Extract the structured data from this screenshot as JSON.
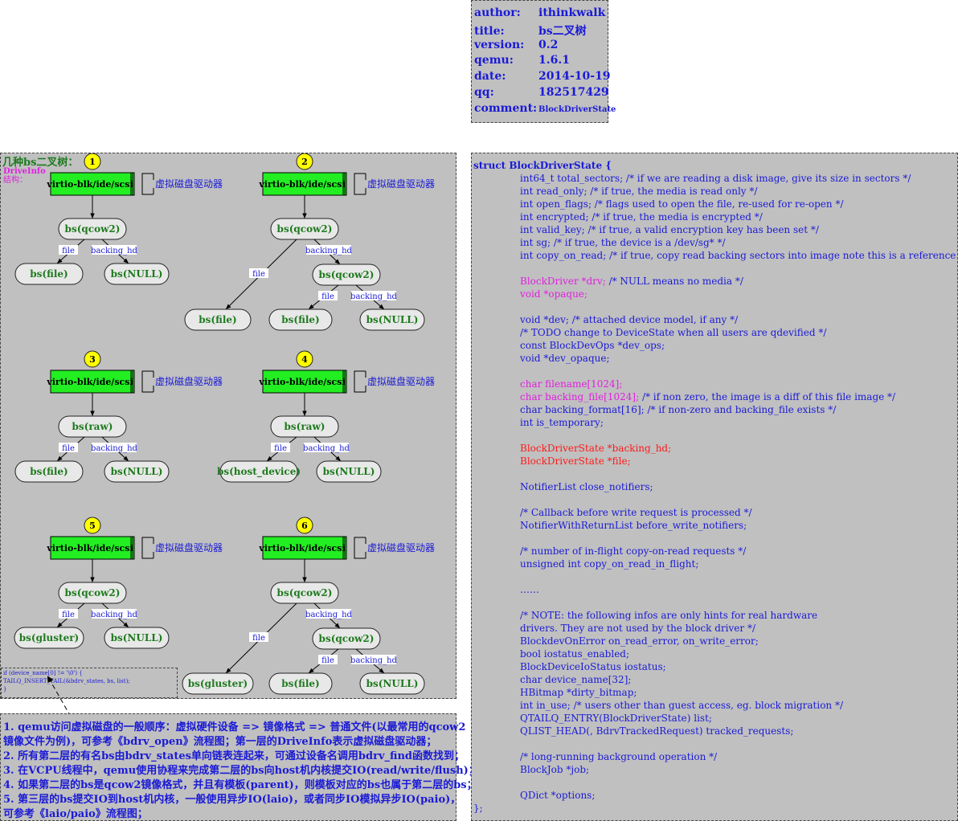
{
  "info": {
    "rows": [
      {
        "key": "author:",
        "value": "ithinkwalk"
      },
      {
        "key": "title:",
        "value": "bs二叉树"
      },
      {
        "key": "version:",
        "value": "0.2"
      },
      {
        "key": "qemu:",
        "value": "1.6.1"
      },
      {
        "key": "date:",
        "value": "2014-10-19"
      },
      {
        "key": "qq:",
        "value": "182517429"
      },
      {
        "key": "comment:",
        "value": "BlockDriverState"
      }
    ]
  },
  "left": {
    "title": "几种bs二叉树：",
    "driveinfo": "DriveInfo",
    "struct_label": "结构：",
    "driver_box": "virtio-blk/ide/scsi",
    "driver_note": "虚拟磁盘驱动器",
    "edge_file": "file",
    "edge_backing": "backing_hd",
    "diagrams": [
      {
        "num": "1",
        "root": "bs(qcow2)",
        "left": "bs(file)",
        "right": "bs(NULL)",
        "nested": false
      },
      {
        "num": "2",
        "root": "bs(qcow2)",
        "left": "bs(file)",
        "right": "bs(qcow2)",
        "nested": true,
        "sub_left": "bs(file)",
        "sub_right": "bs(NULL)"
      },
      {
        "num": "3",
        "root": "bs(raw)",
        "left": "bs(file)",
        "right": "bs(NULL)",
        "nested": false
      },
      {
        "num": "4",
        "root": "bs(raw)",
        "left": "bs(host_device)",
        "right": "bs(NULL)",
        "nested": false
      },
      {
        "num": "5",
        "root": "bs(qcow2)",
        "left": "bs(gluster)",
        "right": "bs(NULL)",
        "nested": false
      },
      {
        "num": "6",
        "root": "bs(qcow2)",
        "left": "bs(gluster)",
        "right": "bs(qcow2)",
        "nested": true,
        "sub_left": "bs(file)",
        "sub_right": "bs(NULL)"
      }
    ],
    "code_lines": [
      "if (device_name[0] != '\\0') {",
      "    TAILQ_INSERT_TAIL(&bdrv_states, bs, list);",
      "}"
    ]
  },
  "notes": [
    "1.  qemu访问虚拟磁盘的一般顺序：虚拟硬件设备 => 镜像格式 => 普通文件(以最常用的qcow2",
    "     镜像文件为例)，可参考《bdrv_open》流程图；第一层的DriveInfo表示虚拟磁盘驱动器；",
    "2.  所有第二层的有名bs由bdrv_states单向链表连起来，可通过设备名调用bdrv_find函数找到；",
    "3.  在VCPU线程中，qemu使用协程来完成第二层的bs向host机内核提交IO(read/write/flush)；",
    "4.  如果第二层的bs是qcow2镜像格式，并且有模板(parent)，则模板对应的bs也属于第二层的bs；",
    "5.  第三层的bs提交IO到host机内核，一般使用异步IO(laio)，或者同步IO模拟异步IO(paio)，",
    "     可参考《laio/paio》流程图；"
  ],
  "struct": {
    "lines": [
      {
        "t": "struct BlockDriverState {",
        "c": "head"
      },
      {
        "t": "int64_t total_sectors; /* if we are reading a disk image, give its size in sectors */",
        "c": ""
      },
      {
        "t": "int read_only; /* if true, the media is read only */",
        "c": ""
      },
      {
        "t": "int open_flags; /* flags used to open the file, re-used for re-open */",
        "c": ""
      },
      {
        "t": "int encrypted; /* if true, the media is encrypted */",
        "c": ""
      },
      {
        "t": "int valid_key; /* if true, a valid encryption key has been set */",
        "c": ""
      },
      {
        "t": "int sg;                        /* if true, the device is a /dev/sg* */",
        "c": ""
      },
      {
        "t": "int copy_on_read; /* if true, copy read backing sectors into image note this is a reference count */",
        "c": ""
      },
      {
        "t": "",
        "c": ""
      },
      {
        "t": "BlockDriver *drv; /* NULL means no media */",
        "c": "mixed1"
      },
      {
        "t": "void *opaque;",
        "c": "magenta"
      },
      {
        "t": "",
        "c": ""
      },
      {
        "t": "void *dev;              /* attached device model, if any */",
        "c": ""
      },
      {
        "t": "/* TODO change to DeviceState when all users are qdevified */",
        "c": ""
      },
      {
        "t": "const BlockDevOps *dev_ops;",
        "c": ""
      },
      {
        "t": "void *dev_opaque;",
        "c": ""
      },
      {
        "t": "",
        "c": ""
      },
      {
        "t": "char filename[1024];",
        "c": "magenta"
      },
      {
        "t": "char backing_file[1024]; /* if non zero, the image is a diff of this file image */",
        "c": "mixed2"
      },
      {
        "t": "char backing_format[16]; /* if non-zero and backing_file exists */",
        "c": ""
      },
      {
        "t": "int is_temporary;",
        "c": ""
      },
      {
        "t": "",
        "c": ""
      },
      {
        "t": "BlockDriverState *backing_hd;",
        "c": "red"
      },
      {
        "t": "BlockDriverState *file;",
        "c": "red"
      },
      {
        "t": "",
        "c": ""
      },
      {
        "t": "NotifierList close_notifiers;",
        "c": ""
      },
      {
        "t": "",
        "c": ""
      },
      {
        "t": "/* Callback before write request is processed */",
        "c": ""
      },
      {
        "t": "NotifierWithReturnList before_write_notifiers;",
        "c": ""
      },
      {
        "t": "",
        "c": ""
      },
      {
        "t": "/* number of in-flight copy-on-read requests */",
        "c": ""
      },
      {
        "t": "unsigned int copy_on_read_in_flight;",
        "c": ""
      },
      {
        "t": "",
        "c": ""
      },
      {
        "t": "……",
        "c": ""
      },
      {
        "t": "",
        "c": ""
      },
      {
        "t": "/* NOTE: the following infos are only hints for real hardware",
        "c": ""
      },
      {
        "t": "   drivers. They are not used by the block driver */",
        "c": ""
      },
      {
        "t": "BlockdevOnError on_read_error, on_write_error;",
        "c": ""
      },
      {
        "t": "bool iostatus_enabled;",
        "c": ""
      },
      {
        "t": "BlockDeviceIoStatus iostatus;",
        "c": ""
      },
      {
        "t": "char device_name[32];",
        "c": ""
      },
      {
        "t": "HBitmap *dirty_bitmap;",
        "c": ""
      },
      {
        "t": "int in_use; /* users other than guest access, eg. block migration */",
        "c": ""
      },
      {
        "t": "QTAILQ_ENTRY(BlockDriverState) list;",
        "c": ""
      },
      {
        "t": "QLIST_HEAD(, BdrvTrackedRequest) tracked_requests;",
        "c": ""
      },
      {
        "t": "",
        "c": ""
      },
      {
        "t": "/* long-running background operation */",
        "c": ""
      },
      {
        "t": "BlockJob *job;",
        "c": ""
      },
      {
        "t": "",
        "c": ""
      },
      {
        "t": "QDict *options;",
        "c": ""
      },
      {
        "t": "};",
        "c": "close"
      }
    ]
  }
}
